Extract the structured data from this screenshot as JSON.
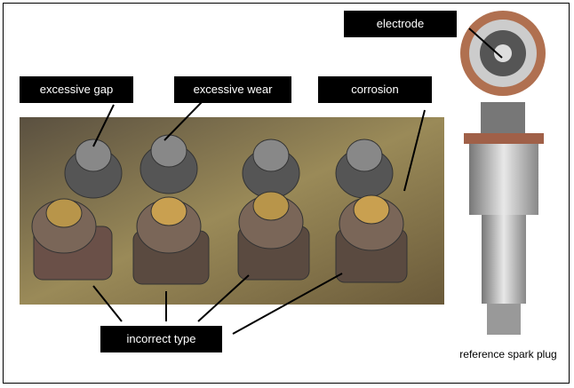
{
  "labels": {
    "excessive_gap": "excessive gap",
    "excessive_wear": "excessive wear",
    "corrosion": "corrosion",
    "incorrect_type": "incorrect type",
    "electrode": "electrode",
    "reference": "reference spark plug"
  },
  "colors": {
    "label_bg": "#000000",
    "label_text": "#ffffff",
    "photo_bg": "#8a7a52",
    "copper": "#a0604a",
    "steel": "#9a9a9a"
  }
}
